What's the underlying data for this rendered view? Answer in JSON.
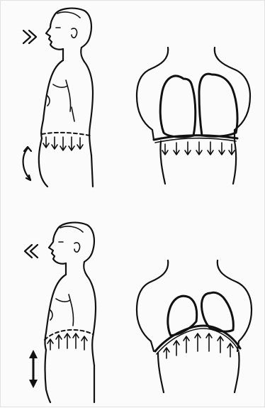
{
  "figure": {
    "panels": [
      {
        "id": "inhalation-side",
        "phase": "inhalation",
        "view": "side"
      },
      {
        "id": "inhalation-front",
        "phase": "inhalation",
        "view": "front"
      },
      {
        "id": "exhalation-side",
        "phase": "exhalation",
        "view": "side"
      },
      {
        "id": "exhalation-front",
        "phase": "exhalation",
        "view": "front"
      }
    ],
    "icons": [
      "inhale-chevron-icon",
      "exhale-chevron-icon",
      "abdomen-expand-arrow-icon",
      "abdomen-contract-arrow-icon",
      "diaphragm-down-arrows-icon",
      "diaphragm-up-arrows-icon"
    ],
    "colors": {
      "background": "#fbfbfb",
      "ink": "#111111"
    }
  }
}
